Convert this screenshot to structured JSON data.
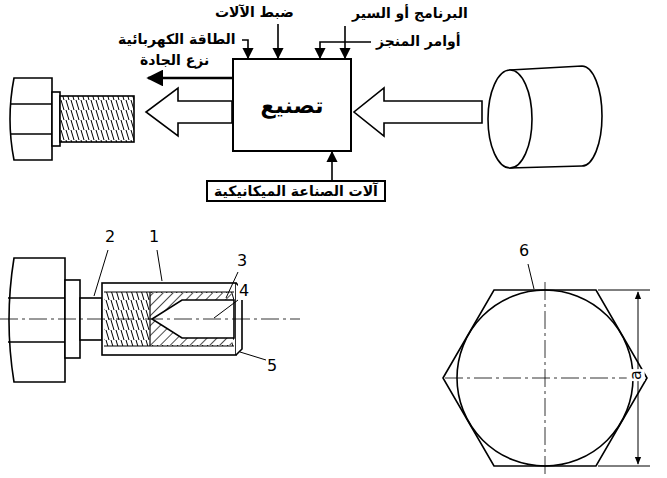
{
  "diagram": {
    "nodes": [
      {
        "text": [
          "تصنيع"
        ]
      },
      {
        "text": [
          "آلات الصناعة الميكانيكية"
        ]
      }
    ],
    "edges": [
      {
        "from": 1,
        "to": 0,
        "arrow": "to"
      }
    ],
    "labels": [
      "ضبط الآلات",
      "البرنامج أو السير",
      "الطاقة الكهربائية",
      "أوامر المنجز",
      "نزع الجادة",
      "1",
      "2",
      "3",
      "4",
      "5",
      "6",
      "a"
    ]
  }
}
